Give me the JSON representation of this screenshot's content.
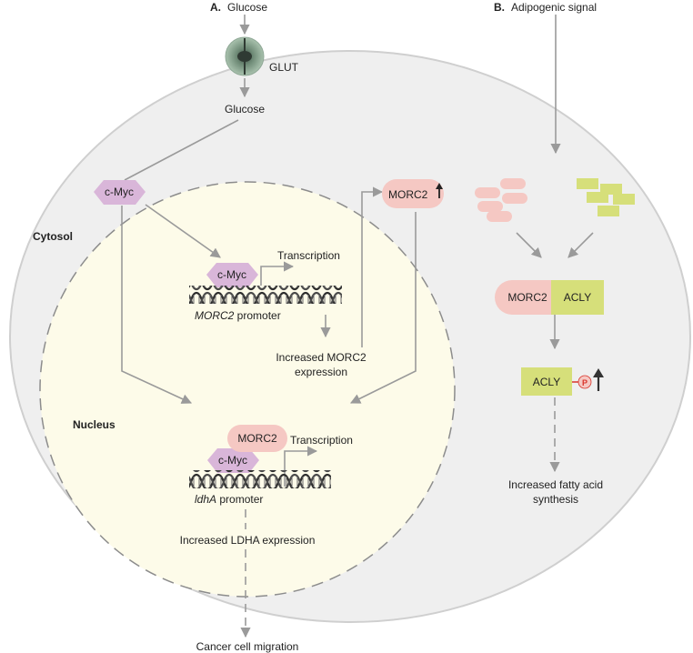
{
  "panel_a": {
    "letter": "A.",
    "title": "Glucose"
  },
  "panel_b": {
    "letter": "B.",
    "title": "Adipogenic signal"
  },
  "glut": {
    "label": "GLUT"
  },
  "glucose_inside": "Glucose",
  "cytosol_label": "Cytosol",
  "nucleus_label": "Nucleus",
  "cmyc": "c-Myc",
  "transcription": "Transcription",
  "morc2_promoter": {
    "gene": "MORC2",
    "suffix": " promoter"
  },
  "ldha_promoter": {
    "gene": "ldhA",
    "suffix": " promoter"
  },
  "morc2_expression": {
    "line1": "Increased MORC2",
    "line2": "expression"
  },
  "morc2_up": "MORC2",
  "morc2": "MORC2",
  "ldha_expression": "Increased LDHA expression",
  "migration": "Cancer cell migration",
  "acly": "ACLY",
  "phospho": "P",
  "fatty_acid": {
    "line1": "Increased fatty acid",
    "line2": "synthesis"
  },
  "colors": {
    "cell_fill": "#efefef",
    "nucleus_fill": "#fdfbe9",
    "cmyc": "#d9b6d9",
    "morc2": "#f5c8c3",
    "acly": "#d6df7a",
    "glut": "#7f9b86",
    "phospho": "#d9342b"
  }
}
